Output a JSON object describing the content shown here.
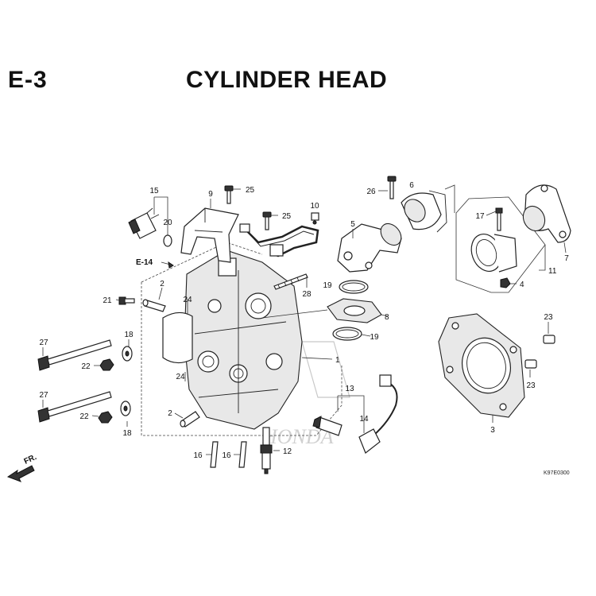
{
  "header": {
    "code": "E-3",
    "title": "CYLINDER HEAD"
  },
  "refs": {
    "e14": "E-14",
    "fr": "FR."
  },
  "callouts": {
    "c15": "15",
    "c20": "20",
    "c9": "9",
    "c25a": "25",
    "c25b": "25",
    "c10": "10",
    "c26": "26",
    "c6": "6",
    "c5": "5",
    "c17": "17",
    "c7": "7",
    "c11": "11",
    "c4": "4",
    "c2a": "2",
    "c2b": "2",
    "c21": "21",
    "c24a": "24",
    "c24b": "24",
    "c28": "28",
    "c19a": "19",
    "c19b": "19",
    "c8": "8",
    "c18a": "18",
    "c18b": "18",
    "c27a": "27",
    "c27b": "27",
    "c22a": "22",
    "c22b": "22",
    "c1": "1",
    "c13": "13",
    "c14": "14",
    "c23a": "23",
    "c23b": "23",
    "c3": "3",
    "c16a": "16",
    "c16b": "16",
    "c12": "12"
  },
  "diagram_code": "K97E0300",
  "watermark": "HONDA"
}
